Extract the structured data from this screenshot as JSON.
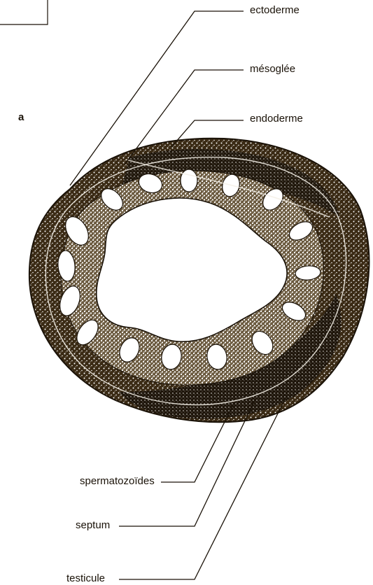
{
  "figure": {
    "panel_letter": "a",
    "labels": {
      "ectoderme": "ectoderme",
      "mesoglee": "mésoglée",
      "endoderme": "endoderme",
      "spermatozoides": "spermatozoïdes",
      "septum": "septum",
      "testicule": "testicule"
    },
    "colors": {
      "ink": "#1a1208",
      "tissue_dark": "#2a1d0e",
      "lumen": "#ffffff"
    }
  }
}
